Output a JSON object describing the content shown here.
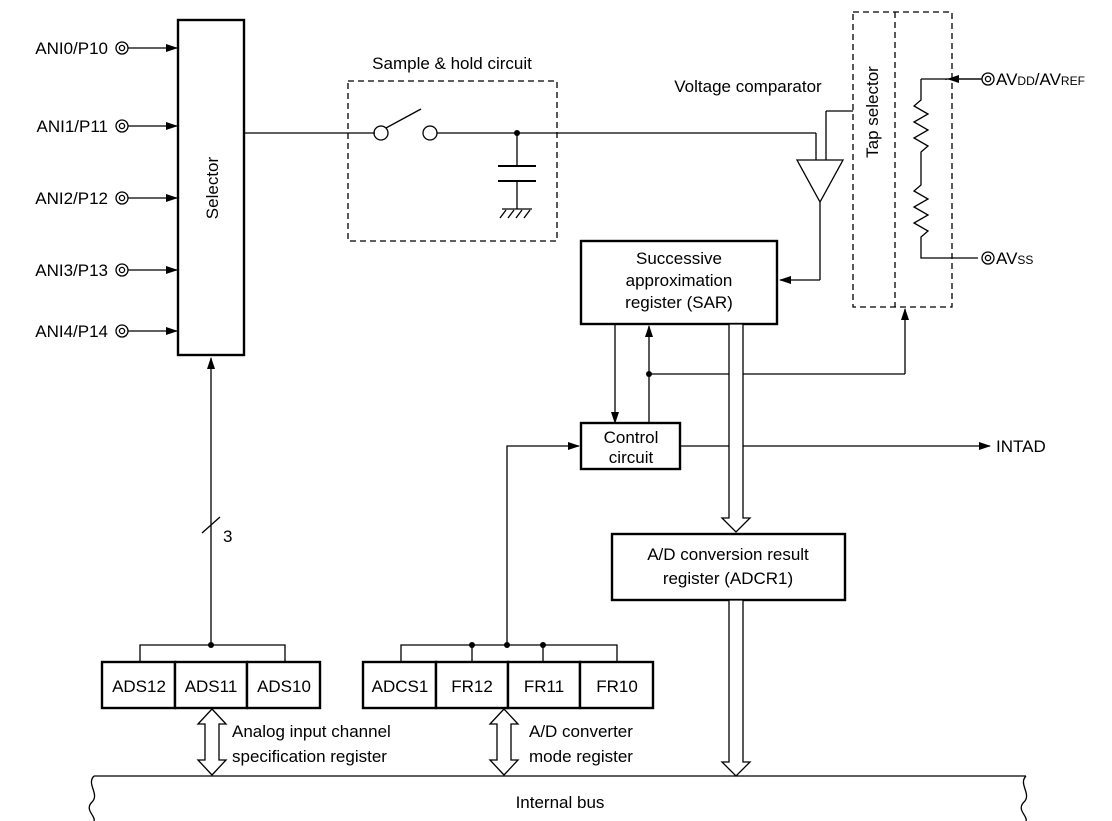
{
  "inputs": [
    {
      "label": "ANI0/P10"
    },
    {
      "label": "ANI1/P11"
    },
    {
      "label": "ANI2/P12"
    },
    {
      "label": "ANI3/P13"
    },
    {
      "label": "ANI4/P14"
    }
  ],
  "selector_label": "Selector",
  "sample_hold_label": "Sample & hold circuit",
  "voltage_comparator_label": "Voltage comparator",
  "tap_selector_label": "Tap selector",
  "avdd": {
    "main1": "AV",
    "sub1": "DD",
    "sep": "/AV",
    "sub2": "REF"
  },
  "avss": {
    "main": "AV",
    "sub": "SS"
  },
  "sar": {
    "line1": "Successive",
    "line2": "approximation",
    "line3": "register (SAR)"
  },
  "control": {
    "line1": "Control",
    "line2": "circuit"
  },
  "intad_label": "INTAD",
  "adcr": {
    "line1": "A/D conversion result",
    "line2": "register (ADCR1)"
  },
  "bus_width_label": "3",
  "ads_bits": [
    "ADS12",
    "ADS11",
    "ADS10"
  ],
  "adm_bits": [
    "ADCS1",
    "FR12",
    "FR11",
    "FR10"
  ],
  "ads_register_label": {
    "line1": "Analog input channel",
    "line2": "specification register"
  },
  "adm_register_label": {
    "line1": "A/D converter",
    "line2": "mode register"
  },
  "internal_bus_label": "Internal bus"
}
